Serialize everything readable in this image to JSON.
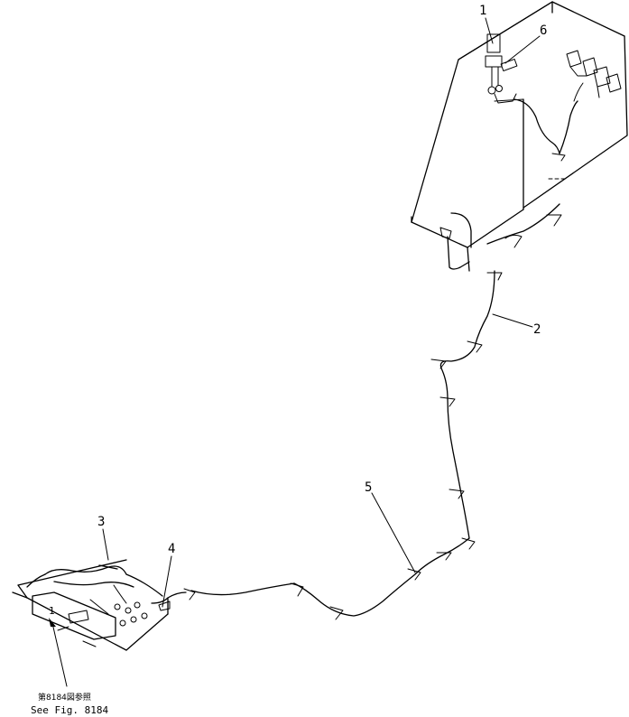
{
  "callouts": [
    {
      "id": "1",
      "text": "1"
    },
    {
      "id": "2",
      "text": "2"
    },
    {
      "id": "3",
      "text": "3"
    },
    {
      "id": "4",
      "text": "4"
    },
    {
      "id": "5",
      "text": "5"
    },
    {
      "id": "6",
      "text": "6"
    }
  ],
  "inner_label": "1",
  "figure_reference": {
    "japanese": "第8184図参照",
    "english": "See Fig. 8184"
  }
}
